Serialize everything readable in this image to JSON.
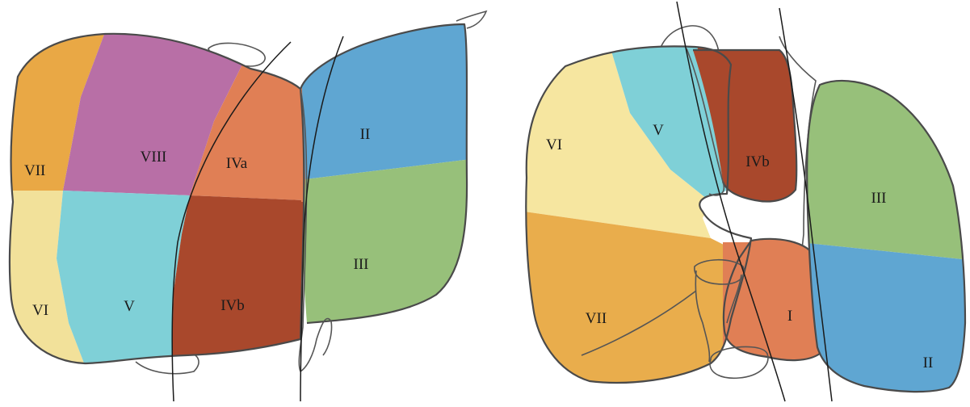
{
  "anterior_view": {
    "segments": [
      {
        "key": "vii",
        "label": "VII",
        "color": "#e9a845"
      },
      {
        "key": "viii",
        "label": "VIII",
        "color": "#b86fa6"
      },
      {
        "key": "iva",
        "label": "IVa",
        "color": "#e07f55"
      },
      {
        "key": "ii",
        "label": "II",
        "color": "#5fa6d2"
      },
      {
        "key": "vi",
        "label": "VI",
        "color": "#f2e19a"
      },
      {
        "key": "v",
        "label": "V",
        "color": "#7fd0d7"
      },
      {
        "key": "ivb",
        "label": "IVb",
        "color": "#a9482c"
      },
      {
        "key": "iii",
        "label": "III",
        "color": "#97c07a"
      }
    ]
  },
  "inferior_view": {
    "segments": [
      {
        "key": "vi",
        "label": "VI",
        "color": "#f6e6a0"
      },
      {
        "key": "v",
        "label": "V",
        "color": "#7fd0d7"
      },
      {
        "key": "ivb",
        "label": "IVb",
        "color": "#a9482c"
      },
      {
        "key": "vii",
        "label": "VII",
        "color": "#e9ad4c"
      },
      {
        "key": "i",
        "label": "I",
        "color": "#e07f55"
      },
      {
        "key": "iii",
        "label": "III",
        "color": "#97c07a"
      },
      {
        "key": "ii",
        "label": "II",
        "color": "#5fa6d2"
      }
    ]
  }
}
